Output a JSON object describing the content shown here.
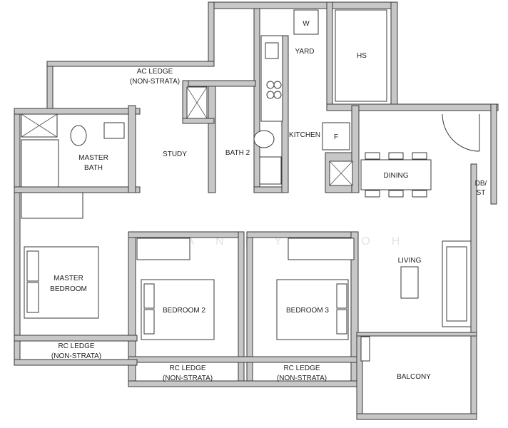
{
  "watermark": "FRANKYEPOH",
  "rooms": {
    "w": "W",
    "yard": "YARD",
    "hs": "HS",
    "ac_ledge": [
      "AC LEDGE",
      "(NON-STRATA)"
    ],
    "master_bath": [
      "MASTER",
      "BATH"
    ],
    "study": "STUDY",
    "bath2": "BATH 2",
    "kitchen": "KITCHEN",
    "fridge": "F",
    "dining": "DINING",
    "dbst": [
      "DB/",
      "ST"
    ],
    "living": "LIVING",
    "master_bedroom": [
      "MASTER",
      "BEDROOM"
    ],
    "bedroom2": "BEDROOM 2",
    "bedroom3": "BEDROOM 3",
    "rc_ledge_1": [
      "RC LEDGE",
      "(NON-STRATA)"
    ],
    "rc_ledge_2": [
      "RC LEDGE",
      "(NON-STRATA)"
    ],
    "rc_ledge_3": [
      "RC LEDGE",
      "(NON-STRATA)"
    ],
    "balcony": "BALCONY"
  }
}
